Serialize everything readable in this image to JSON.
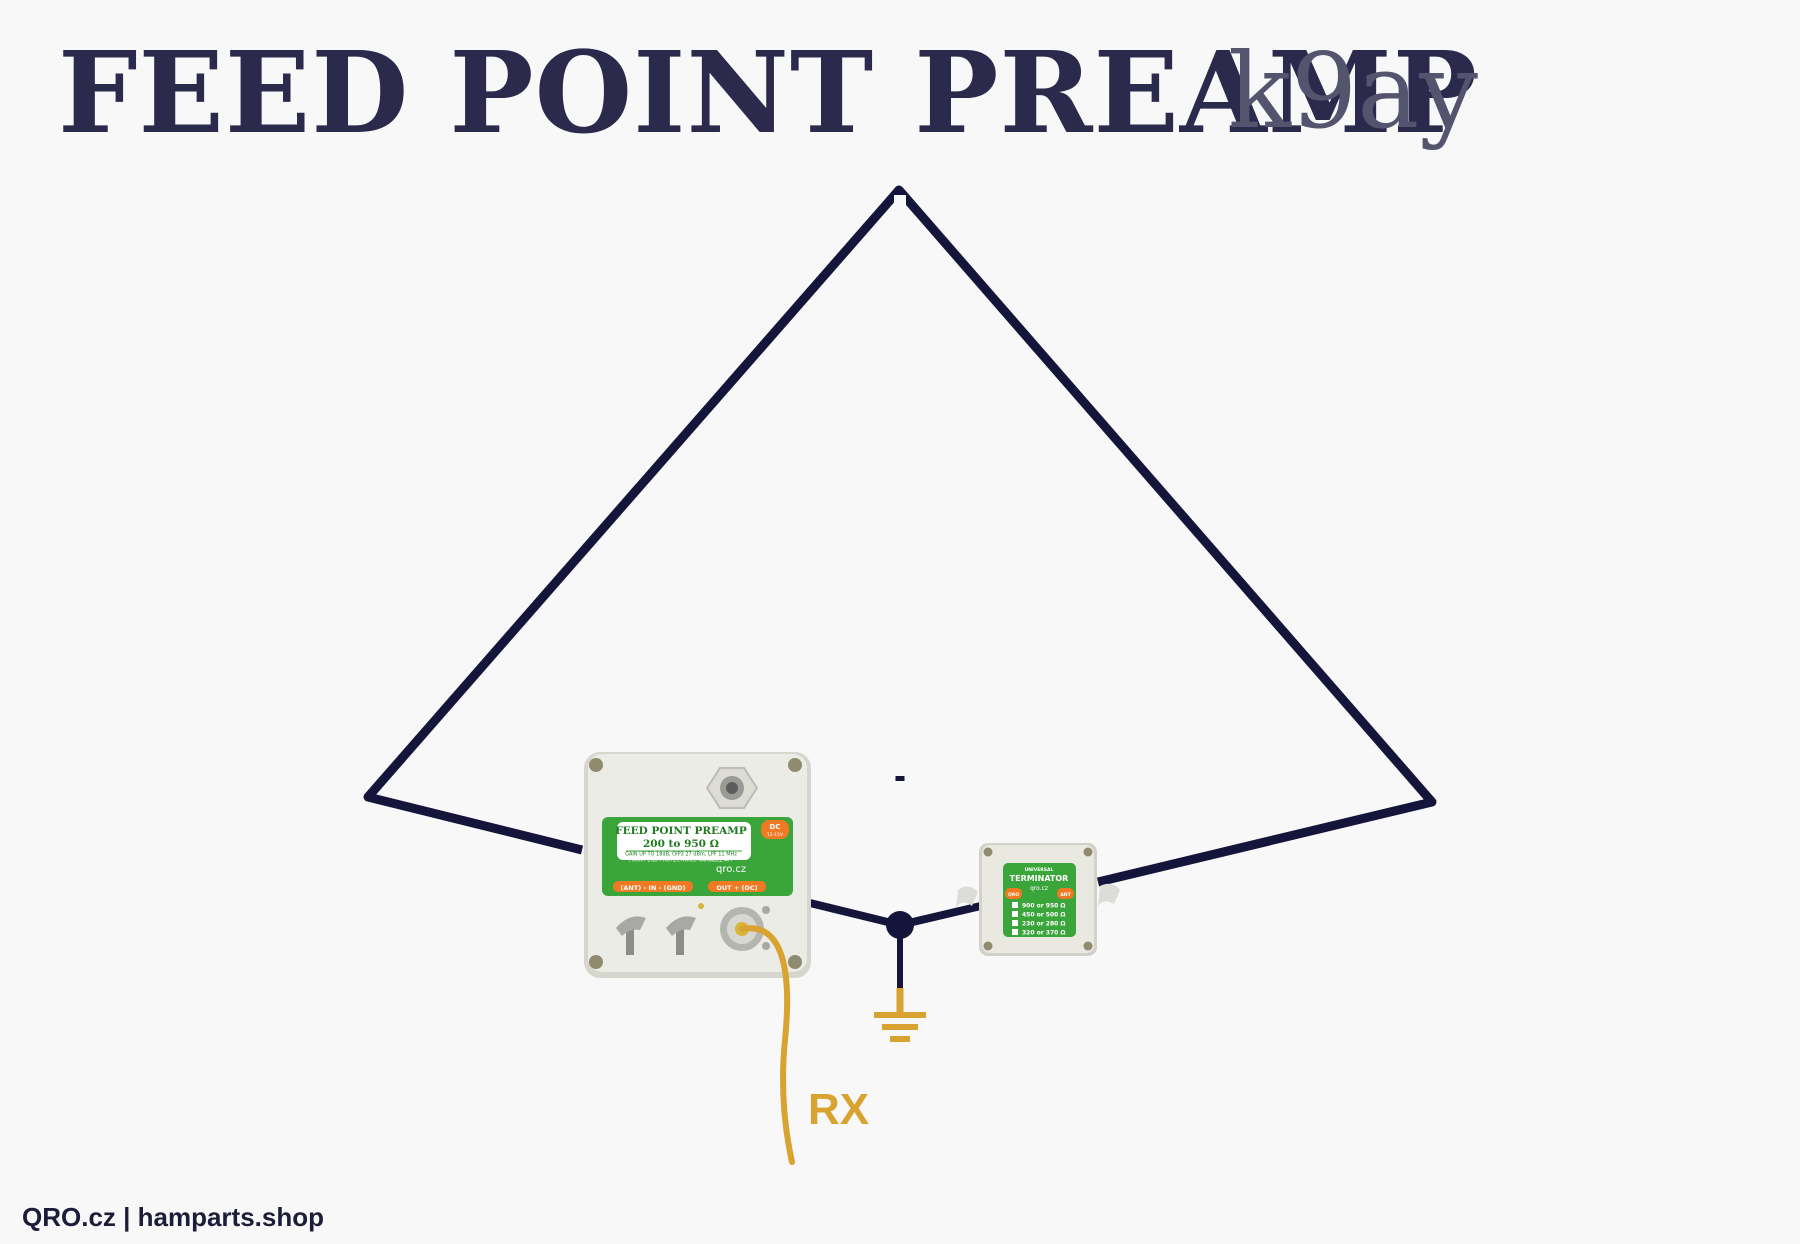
{
  "title": "FEED POINT PREAMP",
  "subtitle": "k9ay",
  "footer": "QRO.cz | hamparts.shop",
  "rx_label": "RX",
  "preamp": {
    "heading": "FEED POINT PREAMP",
    "range": "200 to 950 Ω",
    "spec_line1": "GAIN UP TO 18dB, OIP3 27 dBm, LPF 11 MHz",
    "spec_line2": "FRONT END PROTECTIONS, VARIABLE ATT",
    "brand": "qro.cz",
    "dc_label": "DC",
    "dc_volt": "12-15V",
    "port_left": "(ANT) - IN - (GND)",
    "port_right": "OUT + (DC)"
  },
  "terminator": {
    "small_label": "UNIVERSAL",
    "heading": "TERMINATOR",
    "brand": "qro.cz",
    "badge_left": "QRO",
    "badge_right": "ANT",
    "options": [
      "900 or 950 Ω",
      "450 or 500 Ω",
      "230 or 280 Ω",
      "320 or 370 Ω"
    ]
  },
  "colors": {
    "wire": "#15143a",
    "coax": "#d9a331",
    "box_green": "#3aa53a",
    "badge_orange": "#f07a23",
    "box_body": "#e9e9e2"
  }
}
